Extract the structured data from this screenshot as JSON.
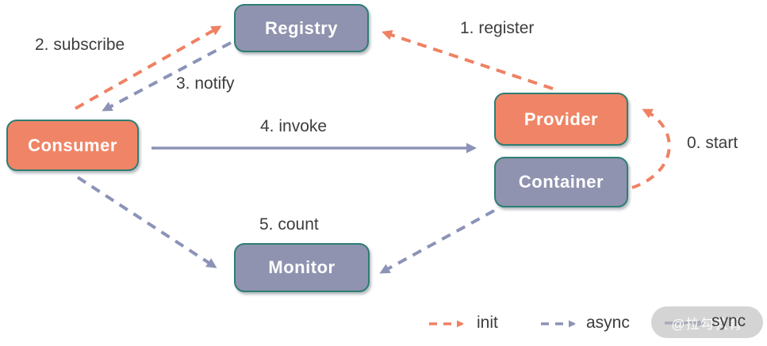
{
  "diagram": {
    "kind": "architecture-flow",
    "palette": {
      "node_orange": "#EF8566",
      "node_purple": "#9093AF",
      "node_border": "#2E7E74",
      "arrow_init_orange": "#EF8163",
      "arrow_async_sync_purple": "#8C93B7",
      "label_text": "#3D3D3D"
    }
  },
  "nodes": {
    "registry": {
      "label": "Registry",
      "color": "#9093AF"
    },
    "consumer": {
      "label": "Consumer",
      "color": "#EF8566"
    },
    "provider": {
      "label": "Provider",
      "color": "#EF8566"
    },
    "container": {
      "label": "Container",
      "color": "#9093AF"
    },
    "monitor": {
      "label": "Monitor",
      "color": "#9093AF"
    }
  },
  "edges": [
    {
      "label": "0. start",
      "from": "Container",
      "to": "Provider",
      "style": "init-dashed-orange"
    },
    {
      "label": "1. register",
      "from": "Provider",
      "to": "Registry",
      "style": "init-dashed-orange"
    },
    {
      "label": "2. subscribe",
      "from": "Consumer",
      "to": "Registry",
      "style": "init-dashed-orange"
    },
    {
      "label": "3. notify",
      "from": "Registry",
      "to": "Consumer",
      "style": "async-dashed-purple"
    },
    {
      "label": "4. invoke",
      "from": "Consumer",
      "to": "Provider",
      "style": "sync-solid-purple"
    },
    {
      "label": "5. count",
      "from": "Consumer and Container",
      "to": "Monitor",
      "style": "async-dashed-purple"
    }
  ],
  "legend": [
    {
      "label": "init",
      "style": "dashed",
      "color": "#EF8163"
    },
    {
      "label": "async",
      "style": "dashed",
      "color": "#8C93B7"
    },
    {
      "label": "sync",
      "style": "solid",
      "color": "#8C93B7"
    }
  ],
  "watermark": {
    "text": "@拉勾教育"
  }
}
